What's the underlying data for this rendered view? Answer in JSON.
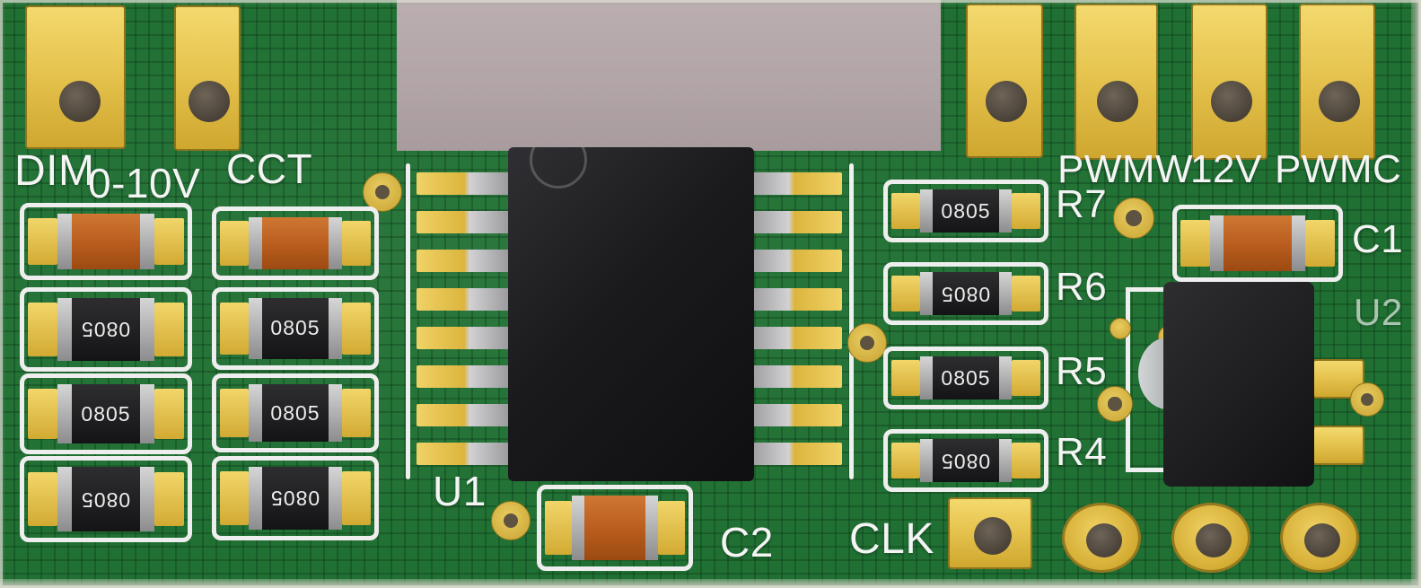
{
  "colors": {
    "background_gray": "#b2a5a7",
    "pcb_green": "#207033",
    "pcb_grid_dark": "#12441e",
    "pad_gold": "#e6c44f",
    "pad_gold_dark": "#b08a20",
    "drill_hole": "#4a4238",
    "silkscreen_white": "#efefef",
    "ic_black": "#1a1a1c",
    "smd_end_gray": "#9a9a9c",
    "capacitor_orange": "#b85c1d"
  },
  "labels": {
    "dim": "DIM",
    "dim_range": "0-10V",
    "cct": "CCT",
    "u1": "U1",
    "c2": "C2",
    "clk": "CLK",
    "r7": "R7",
    "r6": "R6",
    "r5": "R5",
    "r4": "R4",
    "c1": "C1",
    "u2": "U2",
    "pwmw": "PWMW",
    "v12": "12V",
    "pwmc": "PWMC"
  },
  "markings": {
    "smd_0805": "0805"
  }
}
